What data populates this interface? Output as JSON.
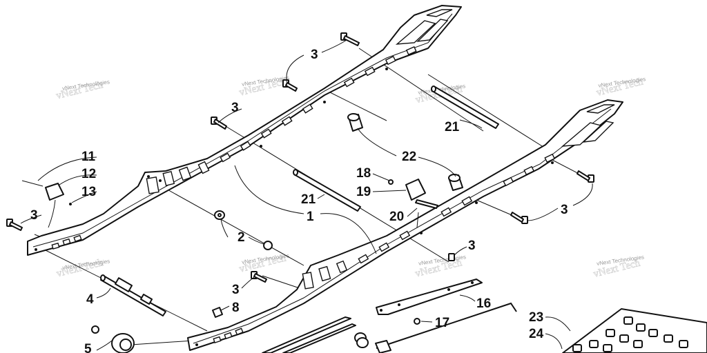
{
  "watermarks": [
    "vNext Technologies",
    "vNext Technologies",
    "vNext Technologies",
    "vNext Technologies",
    "vNext Technologies",
    "vNext Technologies",
    "vNext Technologies",
    "vNext Technologies"
  ],
  "callouts": [
    {
      "id": "c3a",
      "label": "3"
    },
    {
      "id": "c3b",
      "label": "3"
    },
    {
      "id": "c21a",
      "label": "21"
    },
    {
      "id": "c11",
      "label": "11"
    },
    {
      "id": "c12",
      "label": "12"
    },
    {
      "id": "c13",
      "label": "13"
    },
    {
      "id": "c22",
      "label": "22"
    },
    {
      "id": "c18",
      "label": "18"
    },
    {
      "id": "c19",
      "label": "19"
    },
    {
      "id": "c21b",
      "label": "21"
    },
    {
      "id": "c1",
      "label": "1"
    },
    {
      "id": "c20",
      "label": "20"
    },
    {
      "id": "c3c",
      "label": "3"
    },
    {
      "id": "c3d",
      "label": "3"
    },
    {
      "id": "c2",
      "label": "2"
    },
    {
      "id": "c3e",
      "label": "3"
    },
    {
      "id": "c4",
      "label": "4"
    },
    {
      "id": "c3f",
      "label": "3"
    },
    {
      "id": "c8",
      "label": "8"
    },
    {
      "id": "c16",
      "label": "16"
    },
    {
      "id": "c17",
      "label": "17"
    },
    {
      "id": "c23",
      "label": "23"
    },
    {
      "id": "c24",
      "label": "24"
    },
    {
      "id": "c5",
      "label": "5"
    }
  ]
}
